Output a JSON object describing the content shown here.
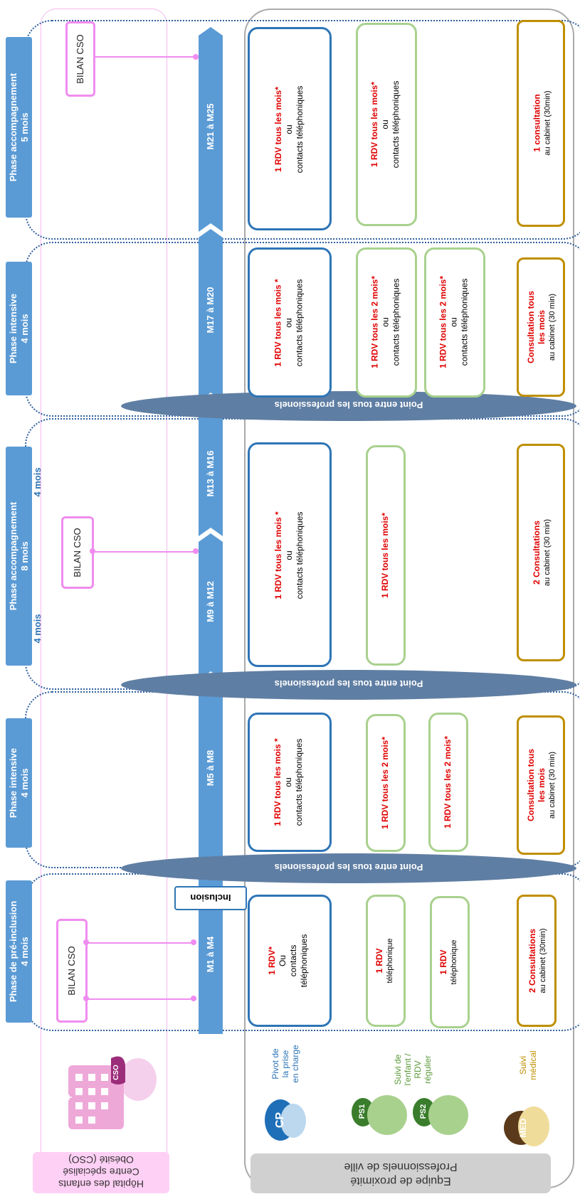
{
  "phases": [
    {
      "title": "Phase accompagnement",
      "duration": "5 mois"
    },
    {
      "title": "Phase intensive",
      "duration": "4 mois"
    },
    {
      "title": "Phase accompagnement",
      "duration": "8 mois"
    },
    {
      "title": "Phase intensive",
      "duration": "4 mois"
    },
    {
      "title": "Phase de pré-inclusion",
      "duration": "4 mois"
    }
  ],
  "sub_durations": {
    "top": "4 mois",
    "bottom": "4 mois"
  },
  "months": [
    "M21 à M25",
    "M17 à M20",
    "M13 à M16",
    "M9 à M12",
    "M5 à M8",
    "M1 à M4"
  ],
  "inclusion_label": "Inclusion",
  "point_label": "Point entre tous les professionels",
  "bilan_label": "BILAN CSO",
  "cp_boxes": [
    {
      "main": "1 RDV tous les mois*",
      "ou": "ou",
      "sub": "contacts téléphoniques"
    },
    {
      "main": "1 RDV tous les mois *",
      "ou": "ou",
      "sub": "contacts téléphoniques"
    },
    {
      "main": "1 RDV tous les mois *",
      "ou": "ou",
      "sub": "contacts téléphoniques"
    },
    {
      "main": "1 RDV tous les mois *",
      "ou": "ou",
      "sub": "contacts téléphoniques"
    },
    {
      "main": "1 RDV*",
      "ou": "Ou",
      "sub1": "contacts",
      "sub2": "téléphoniques"
    }
  ],
  "ps1_boxes": [
    {
      "main": "1 RDV tous les  mois*",
      "ou": "ou",
      "sub": "contacts téléphoniques"
    },
    {
      "main": "1 RDV tous les 2 mois*",
      "ou": "ou",
      "sub": "contacts téléphoniques"
    },
    {
      "main": "1 RDV tous les  mois*"
    },
    {
      "main": "1 RDV tous les 2 mois*"
    },
    {
      "main": "1 RDV",
      "sub": "téléphonique"
    }
  ],
  "ps2_boxes": [
    {
      "main": "1 RDV tous les 2 mois*",
      "ou": "ou",
      "sub": "contacts téléphoniques"
    },
    {
      "main": "1 RDV tous les 2 mois*"
    },
    {
      "main": "1 RDV",
      "sub": "téléphonique"
    }
  ],
  "med_boxes": [
    {
      "main": "1 consultation",
      "sub": "au cabinet (30min)"
    },
    {
      "main": "Consultation tous les mois",
      "sub": "au cabinet (30 min)"
    },
    {
      "main": "2 Consultations",
      "sub": "au cabinet (30 min)"
    },
    {
      "main": "Consultation tous les mois",
      "sub": "au cabinet (30 min)"
    },
    {
      "main": "2 Consultations",
      "sub": "au cabinet (30min)"
    }
  ],
  "roles": {
    "cp": {
      "icon": "CP",
      "label1": "Pivot de",
      "label2": "la prise",
      "label3": "en charge"
    },
    "ps1": {
      "icon": "PS1"
    },
    "ps2": {
      "icon": "PS2"
    },
    "ps_label": {
      "label1": "Suivi de",
      "label2": "l'enfant /",
      "label3": "RDV",
      "label4": "régulier"
    },
    "med": {
      "icon": "MED",
      "label1": "Suivi",
      "label2": "médical"
    },
    "cso_icon": "CSO"
  },
  "bottom": {
    "hospital": {
      "line1": "Hôpital des enfants",
      "line2": "Centre spécialisé",
      "line3": "Obésité (CSO)"
    },
    "team": {
      "line1": "Equipe de proximité",
      "line2": "Professionnels de ville"
    }
  },
  "colors": {
    "phase": "#5b9bd5",
    "cp": "#2e75b6",
    "ps": "#a9d18e",
    "med": "#bf8f00",
    "red_text": "#e00000",
    "ellipse": "#5f7ea3",
    "bilan": "#f08cf0",
    "hospital_bg": "#ffd0f5",
    "team_bg": "#d0d0d0"
  }
}
